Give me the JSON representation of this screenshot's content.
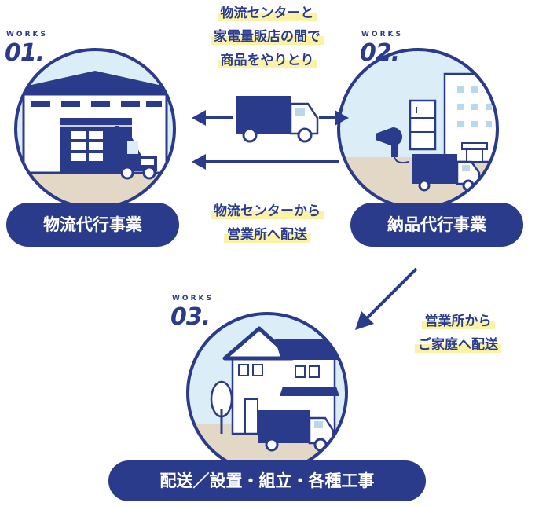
{
  "colors": {
    "navy": "#2b3b8c",
    "sky": "#dbeef8",
    "ground": "#e3d8c5",
    "highlight": "#fbf2a6",
    "white": "#ffffff"
  },
  "works": [
    {
      "label": "WORKS",
      "number": "01.",
      "title": "物流代行事業"
    },
    {
      "label": "WORKS",
      "number": "02.",
      "title": "納品代行事業"
    },
    {
      "label": "WORKS",
      "number": "03.",
      "title": "配送／設置・組立・各種工事"
    }
  ],
  "annotations": {
    "top": [
      "物流センターと",
      "家電量販店の間で",
      "商品をやりとり"
    ],
    "middle": [
      "物流センターから",
      "営業所へ配送"
    ],
    "right": [
      "営業所から",
      "ご家庭へ配送"
    ]
  }
}
